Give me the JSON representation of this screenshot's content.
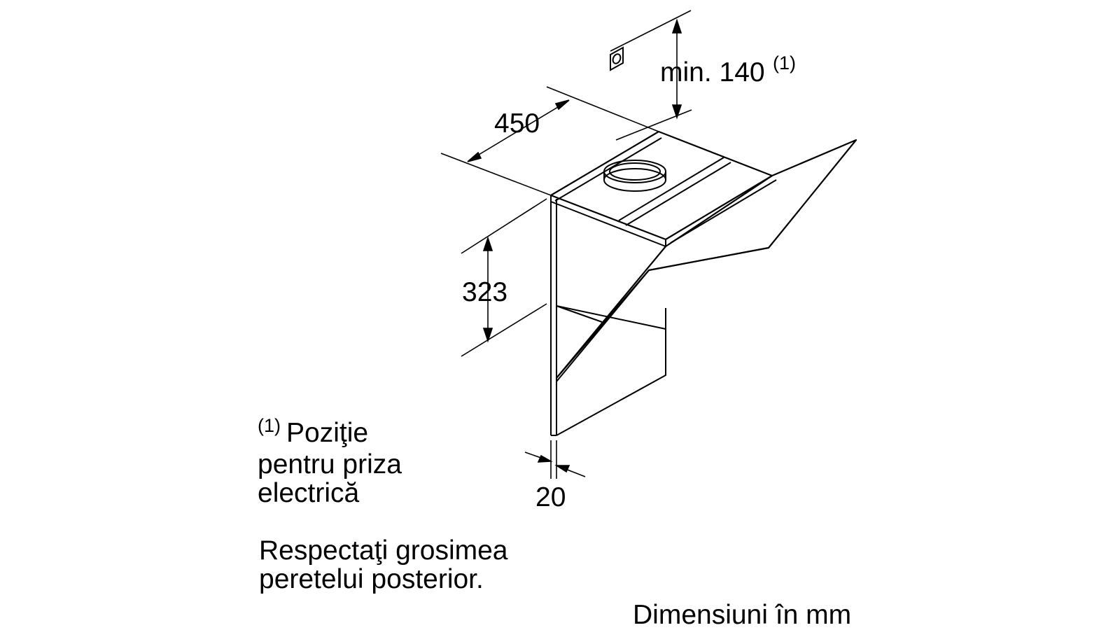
{
  "dimensions": {
    "depth": "450",
    "socket_height": "min. 140",
    "socket_height_ref": "(1)",
    "front_height": "323",
    "wall_gap": "20"
  },
  "notes": {
    "footnote_marker": "(1)",
    "footnote_line1": "Poziţie",
    "footnote_line2": "pentru priza",
    "footnote_line3": "electrică",
    "wall_line1": "Respectaţi grosimea",
    "wall_line2": "peretelui posterior.",
    "units": "Dimensiuni în mm"
  },
  "colors": {
    "line": "#000000",
    "background": "#ffffff"
  }
}
